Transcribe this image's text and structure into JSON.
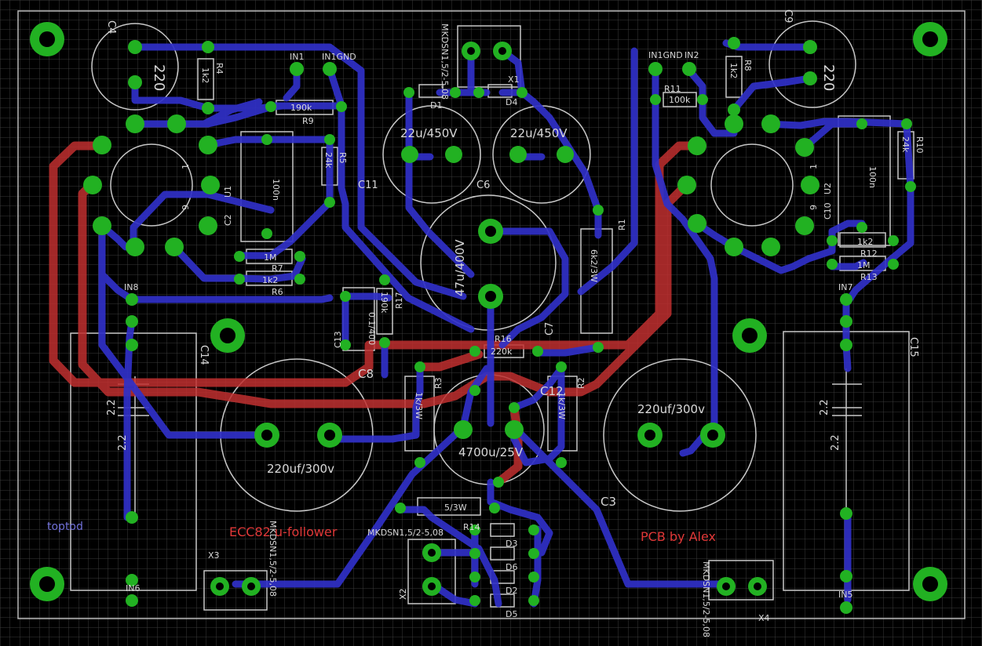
{
  "labels": {
    "c4": "C4",
    "c9": "C9",
    "c4_val": "220",
    "c9_val": "220",
    "in1": "IN1",
    "in1gnd_l": "IN1GND",
    "in1gnd_r": "IN1GND",
    "in2": "IN2",
    "r4_val": "1k2",
    "r4": "R4",
    "r8_val": "1k2",
    "r8": "R8",
    "r9_val": "190k",
    "r9": "R9",
    "r11": "R11",
    "r11_val": "100k",
    "r5_val": "24k",
    "r5": "R5",
    "r10_val": "24k",
    "r10": "R10",
    "c2_val": "100n",
    "c2": "C2",
    "c10_val": "100n",
    "c10": "C10",
    "u1": "U1",
    "u2": "U2",
    "pin1_l": "1",
    "pin9_l": "9",
    "pin1_r": "1",
    "pin9_r": "9",
    "r7_val": "1M",
    "r7": "R7",
    "r6_val": "1k2",
    "r6": "R6",
    "r12_val": "1k2",
    "r12": "R12",
    "r13_val": "1M",
    "r13": "R13",
    "x1_part": "MKDSN1,5/2-5,08",
    "x1": "X1",
    "d1": "D1",
    "d4": "D4",
    "c11_val": "22u/450V",
    "c11": "C11",
    "c6_val": "22u/450V",
    "c6": "C6",
    "c7_val": "47u/400V",
    "c7": "C7",
    "r1_val": "6k2/3W",
    "r1": "R1",
    "c13_val": "0.1/400",
    "c13": "C13",
    "r17_val": "190k",
    "r17": "R17",
    "r16": "R16",
    "r16_val": "220k",
    "in8": "IN8",
    "in7": "IN7",
    "in6": "IN6",
    "in5": "IN5",
    "c14": "C14",
    "c15": "C15",
    "c14_val": "2.2",
    "c15_val": "2.2",
    "c8": "C8",
    "c8_val": "220uf/300v",
    "c3": "C3",
    "c3_val": "220uf/300v",
    "r3_val": "1k/3W",
    "r3": "R3",
    "r2_val": "1k/3W",
    "r2": "R2",
    "c12": "C12",
    "c12_val": "4700u/25V",
    "r14_val": "5/3W",
    "r14": "R14",
    "d3": "D3",
    "d6": "D6",
    "d2": "D2",
    "d5": "D5",
    "x2": "X2",
    "x2_part": "MKDSN1,5/2-5,08",
    "x3": "X3",
    "x3_part": "MKDSN1,5/2-5,08",
    "x4": "X4",
    "x4_part": "MKDSN1,5/2-5,08",
    "title_left": "ECC82 u-follower",
    "title_right": "PCB by Alex",
    "toptod": "toptod",
    "plus": "+"
  },
  "colors": {
    "background": "#000000",
    "grid": "#3a3a3a",
    "bottom_trace": "#3030c8",
    "top_trace": "#c03030",
    "pad": "#22b122",
    "silk": "#c8c8c8"
  }
}
